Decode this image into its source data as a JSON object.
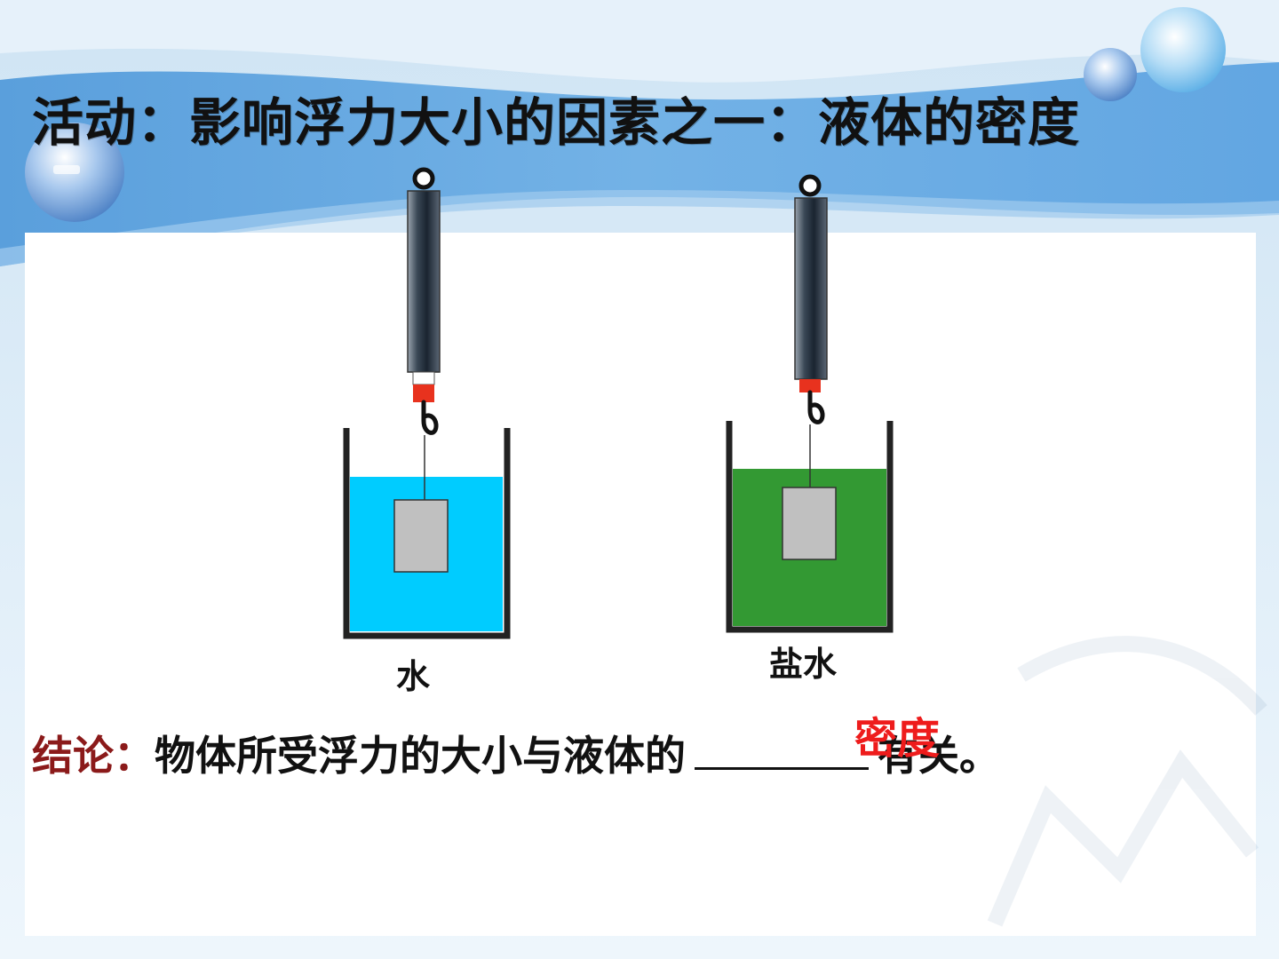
{
  "slide": {
    "title": "活动：影响浮力大小的因素之一：液体的密度",
    "colors": {
      "banner": "#6aa8e0",
      "water": "#00ccff",
      "salt_water": "#339933",
      "block": "#c0c0c0",
      "scale_body": "#22303e",
      "scale_tip": "#e8321e",
      "answer": "#ee1c1c",
      "conclusion_lead": "#8b1a1a"
    }
  },
  "experiment": {
    "beakers": [
      {
        "liquid": "water",
        "label": "水"
      },
      {
        "liquid": "salt-water",
        "label": "盐水"
      }
    ]
  },
  "conclusion": {
    "lead": "结论：",
    "text": "物体所受浮力的大小与液体的",
    "answer": "密度",
    "tail": "有关。"
  }
}
